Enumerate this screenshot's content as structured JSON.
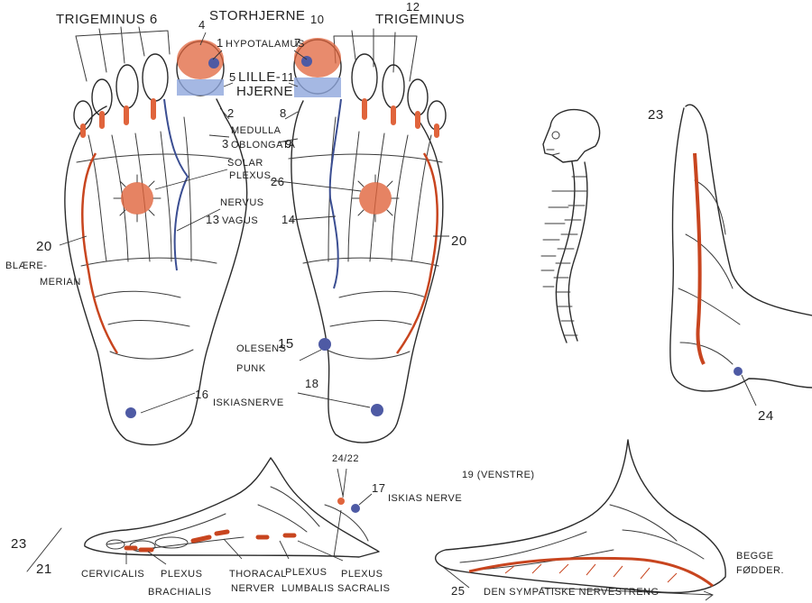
{
  "colors": {
    "ink": "#2b2b2b",
    "red_zone": "#e0643c",
    "red_line": "#c8451f",
    "blue_zone": "#8fa6dc",
    "blue_nerve": "#3b4e92",
    "dot": "#4e5aa4"
  },
  "top": {
    "left_trigeminus": "TRIGEMINUS 6",
    "right_trigeminus": "TRIGEMINUS",
    "num_12": "12",
    "num_4": "4",
    "storhjerne": "STORHJERNE",
    "num_10": "10",
    "num_1": "1",
    "hypotalamus": "HYPOTALAMUS",
    "num_7": "7",
    "num_5": "5",
    "lille": "LILLE-",
    "num_11": "11",
    "hjerne": "HJERNE",
    "num_2": "2",
    "num_8": "8",
    "medulla": "MEDULLA",
    "num_3": "3",
    "oblongata": "OBLONGATA",
    "num_9": "9",
    "solar": "SOLAR",
    "plexus": "PLEXUS",
    "num_26": "26",
    "nervus": "NERVUS",
    "num_13": "13",
    "vagus": "VAGUS",
    "num_14": "14"
  },
  "sides": {
    "num_20_left": "20",
    "blaere1": "BLÆRE-",
    "blaere2": "MERIAN",
    "num_20_right": "20",
    "olesens": "OLESENS",
    "num_15": "15",
    "punk": "PUNK",
    "num_16": "16",
    "iskias": "ISKIASNERVE",
    "num_18": "18"
  },
  "right_figs": {
    "num_23": "23",
    "num_24": "24"
  },
  "bottom": {
    "num_24_22": "24/22",
    "num_17": "17",
    "iskias_nerve": "ISKIAS NERVE",
    "venstre": "19 (VENSTRE)",
    "fraction_top": "23",
    "fraction_bottom": "21",
    "cervicalis": "CERVICALIS",
    "plexus1": "PLEXUS",
    "brachialis": "BRACHIALIS",
    "thoracal": "THORACAL",
    "nerver": "NERVER",
    "plexus2": "PLEXUS",
    "lumbalis": "LUMBALIS",
    "plexus3": "PLEXUS",
    "sacralis": "SACRALIS",
    "num_25": "25",
    "den_sympatiske": "DEN SYMPATISKE NERVESTRENG",
    "begge1": "BEGGE",
    "begge2": "FØDDER."
  }
}
